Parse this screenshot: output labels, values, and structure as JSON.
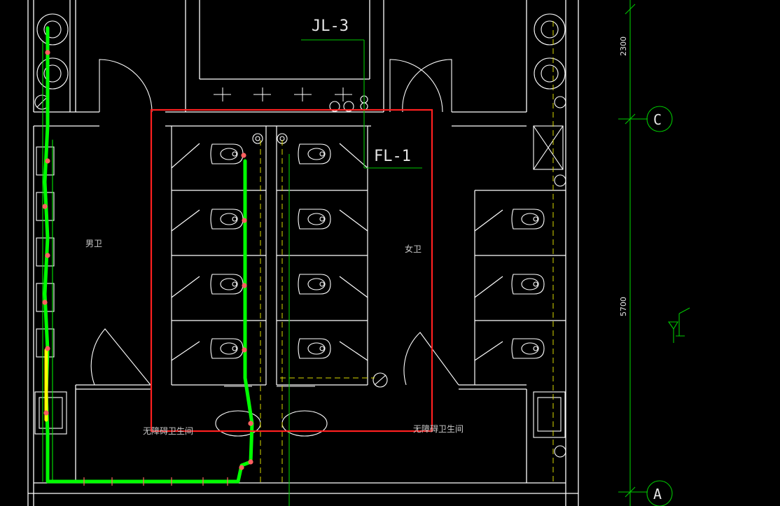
{
  "drawing": {
    "labels": {
      "riser_jl": "JL-3",
      "riser_fl": "FL-1",
      "men_room": "男卫",
      "women_room": "女卫",
      "accessible_left": "无障碍卫生间",
      "accessible_right": "无障碍卫生间"
    },
    "axes": {
      "axis_c": "C",
      "axis_a": "A"
    },
    "dimensions": {
      "upper": "2300",
      "lower": "5700"
    },
    "colors": {
      "background": "#000000",
      "walls": "#ffffff",
      "pipe": "#00ff00",
      "pipe_highlight": "#ffff00",
      "fittings": "#ff6060",
      "selection": "#ff2020",
      "axis_lines": "#00c800",
      "hidden_lines": "#d8d800"
    }
  }
}
